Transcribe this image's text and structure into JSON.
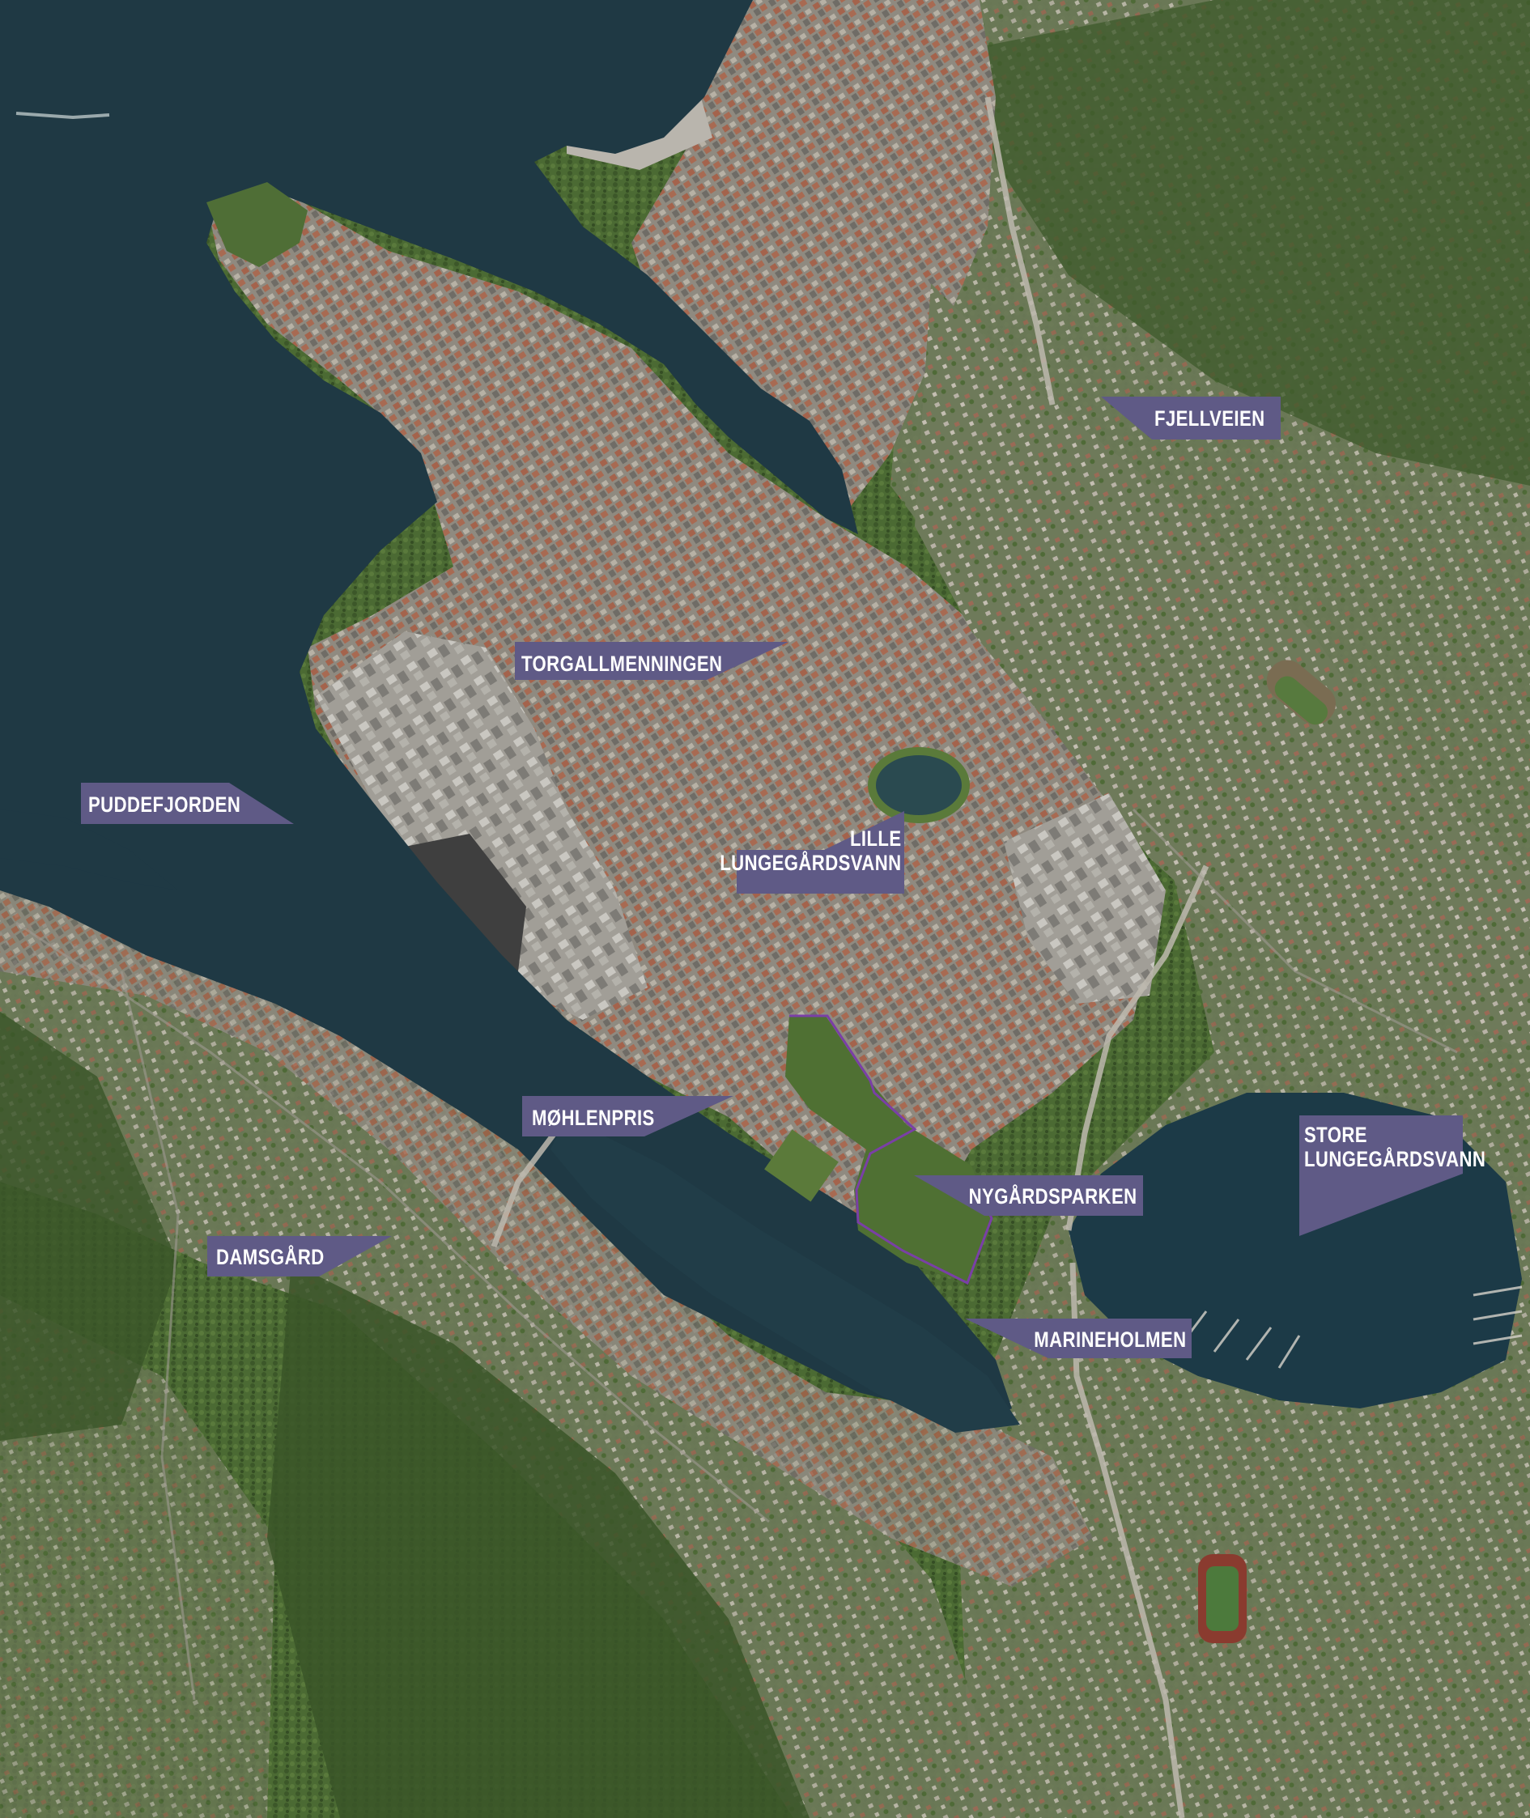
{
  "map": {
    "type": "aerial-photo",
    "colors": {
      "water": "#1f3a45",
      "forest": "#4c6a34",
      "forest_dark": "#3b5729",
      "urban": "#8e8a7f",
      "roofs": "#a8684f",
      "park": "#5b7a3a",
      "label_fill": "#5f5a86",
      "park_outline": "#7a3fa6",
      "label_text": "#ffffff"
    },
    "labels": [
      {
        "id": "fjellveien",
        "lines": [
          "FJELLVEIEN"
        ]
      },
      {
        "id": "torgallmenningen",
        "lines": [
          "TORGALLMENNINGEN"
        ]
      },
      {
        "id": "puddefjorden",
        "lines": [
          "PUDDEFJORDEN"
        ]
      },
      {
        "id": "lille-lungegardsvann",
        "lines": [
          "LILLE",
          "LUNGEGÅRDSVANN"
        ]
      },
      {
        "id": "mohlenpris",
        "lines": [
          "MØHLENPRIS"
        ]
      },
      {
        "id": "store-lungegardsvann",
        "lines": [
          "STORE",
          "LUNGEGÅRDSVANN"
        ]
      },
      {
        "id": "nygardsparken",
        "lines": [
          "NYGÅRDSPARKEN"
        ]
      },
      {
        "id": "damsgard",
        "lines": [
          "DAMSGÅRD"
        ]
      },
      {
        "id": "marineholmen",
        "lines": [
          "MARINEHOLMEN"
        ]
      }
    ],
    "highlighted_area": "nygardsparken"
  }
}
